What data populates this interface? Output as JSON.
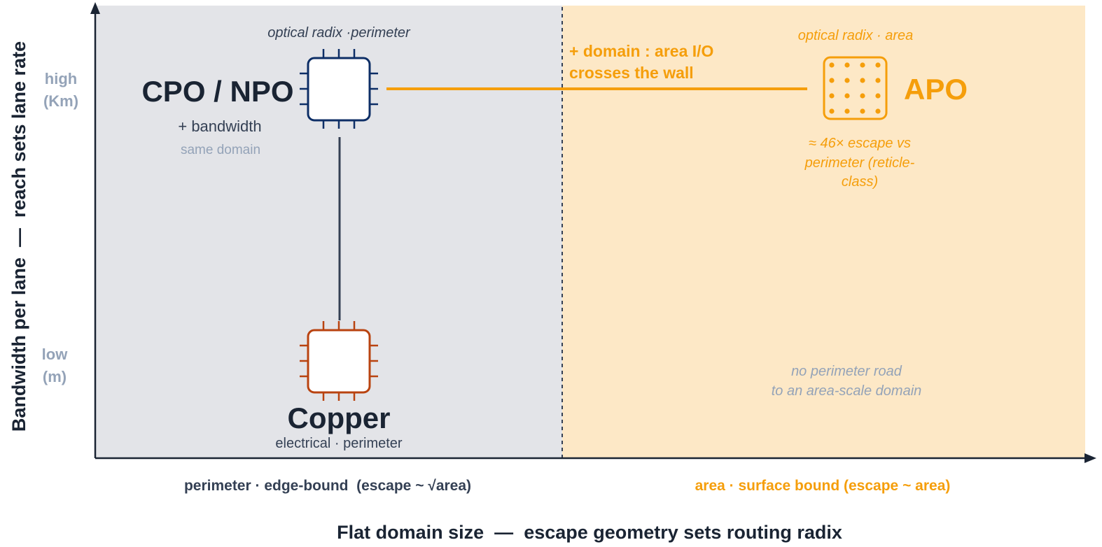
{
  "colors": {
    "perimeter_bg": "#e3e4e8",
    "area_bg": "#fde8c6",
    "orange": "#f59e0b",
    "navy": "#0d2e66",
    "copper": "#b94310",
    "dark": "#1a2433",
    "slate": "#344054",
    "gray": "#94a3b8",
    "axis": "#1a2433"
  },
  "axes": {
    "y_label": "Bandwidth per lane  —  reach sets lane rate",
    "y_high": [
      "high",
      "(Km)"
    ],
    "y_low": [
      "low",
      "(m)"
    ],
    "x_title": "Flat domain size  —  escape geometry sets routing radix",
    "x_left": "perimeter · edge-bound  (escape ~ √area)",
    "x_right": "area · surface bound (escape ~ area)"
  },
  "nodes": {
    "cpo": {
      "title": "CPO / NPO",
      "caption": "optical radix ·perimeter",
      "sub": "+ bandwidth",
      "note": "same domain",
      "icon": "optical-chip-perimeter-icon"
    },
    "copper": {
      "title": "Copper",
      "caption": "electrical · perimeter",
      "icon": "electrical-chip-perimeter-icon"
    },
    "apo": {
      "title": "APO",
      "caption": "optical radix · area",
      "note": [
        "≈ 46× escape vs",
        "perimeter (reticle-",
        "class)"
      ],
      "icon": "optical-chip-area-icon"
    }
  },
  "link_label": [
    "+ domain : area I/O",
    "crosses the wall"
  ],
  "annotation": [
    "no perimeter road",
    "to an area-scale domain"
  ]
}
